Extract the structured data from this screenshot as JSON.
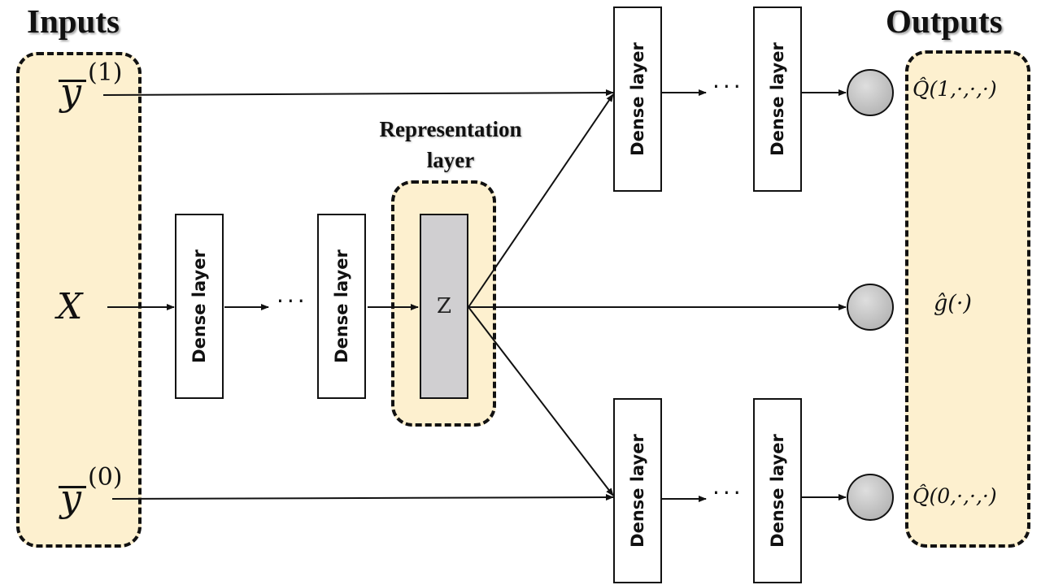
{
  "headings": {
    "inputs": "Inputs",
    "outputs": "Outputs"
  },
  "representation_label": {
    "line1": "Representation",
    "line2": "layer"
  },
  "z_label": "Z",
  "dense_label": "Dense layer",
  "ellipsis": "···",
  "inputs": {
    "y1": {
      "base": "y",
      "sup": "(1)"
    },
    "x": "X",
    "y0": {
      "base": "y",
      "sup": "(0)"
    }
  },
  "outputs": {
    "q1": "Q̂(1,·,·,·)",
    "g": "ĝ(·)",
    "q0": "Q̂(0,·,·,·)"
  },
  "colors": {
    "group_fill": "#fdf0cf",
    "z_fill": "#d0cfd1",
    "node_fill": "#b5b5b5",
    "stroke": "#111111"
  }
}
